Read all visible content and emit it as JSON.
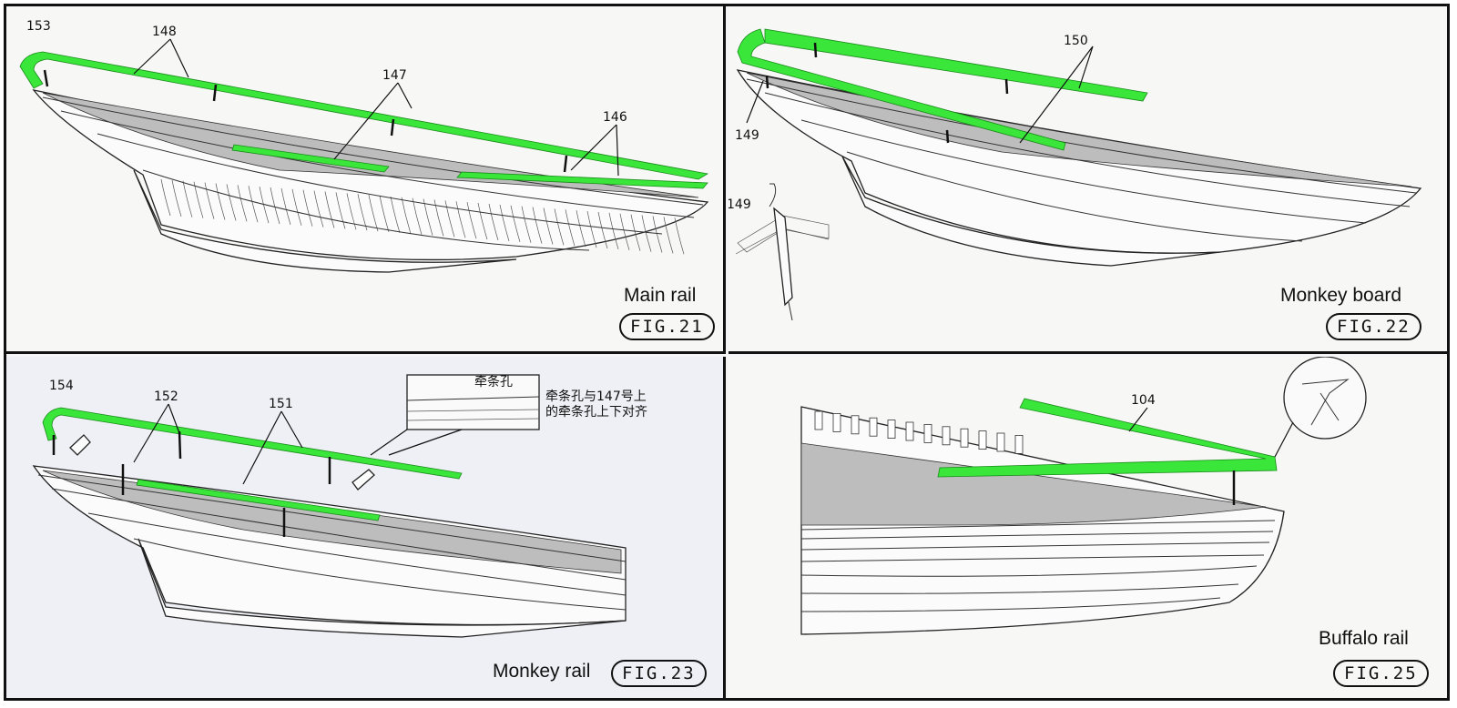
{
  "panels": [
    {
      "caption": "Main rail",
      "fig": "FIG.21",
      "part_numbers": [
        "153",
        "148",
        "147",
        "146"
      ]
    },
    {
      "caption": "Monkey board",
      "fig": "FIG.22",
      "part_numbers": [
        "150",
        "149",
        "149"
      ]
    },
    {
      "caption": "Monkey rail",
      "fig": "FIG.23",
      "part_numbers": [
        "154",
        "152",
        "151"
      ],
      "inset_label": "牵条孔",
      "note_line1": "牵条孔与147号上",
      "note_line2": "的牵条孔上下对齐"
    },
    {
      "caption": "Buffalo rail",
      "fig": "FIG.25",
      "part_numbers": [
        "104"
      ]
    }
  ],
  "colors": {
    "highlight": "#39e639",
    "ink": "#111111",
    "paper": "#f7f7f6"
  }
}
